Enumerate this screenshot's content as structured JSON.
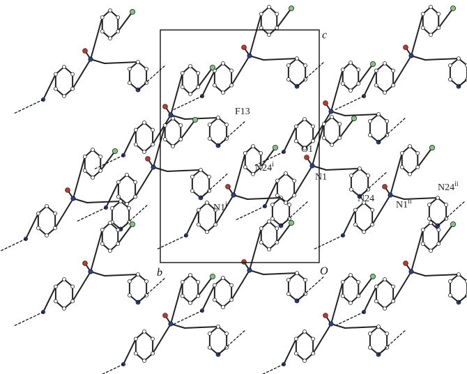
{
  "unit_cell": {
    "axis_c": "c",
    "axis_b": "b",
    "axis_origin": "O"
  },
  "atom_labels": {
    "F13": "F13",
    "O1": "O1",
    "N1": "N1",
    "N24": "N24",
    "N24i": {
      "base": "N24",
      "sup": "i"
    },
    "N1i": {
      "base": "N1",
      "sup": "i"
    },
    "N24ii": {
      "base": "N24",
      "sup": "ii"
    },
    "N1ii": {
      "base": "N1",
      "sup": "ii"
    }
  },
  "colors": {
    "bond": "#222222",
    "carbon": "#ffffff",
    "nitrogen": "#2a3f8f",
    "oxygen": "#c0392b",
    "fluorine": "#7fc77f",
    "hbond": "#111111"
  }
}
